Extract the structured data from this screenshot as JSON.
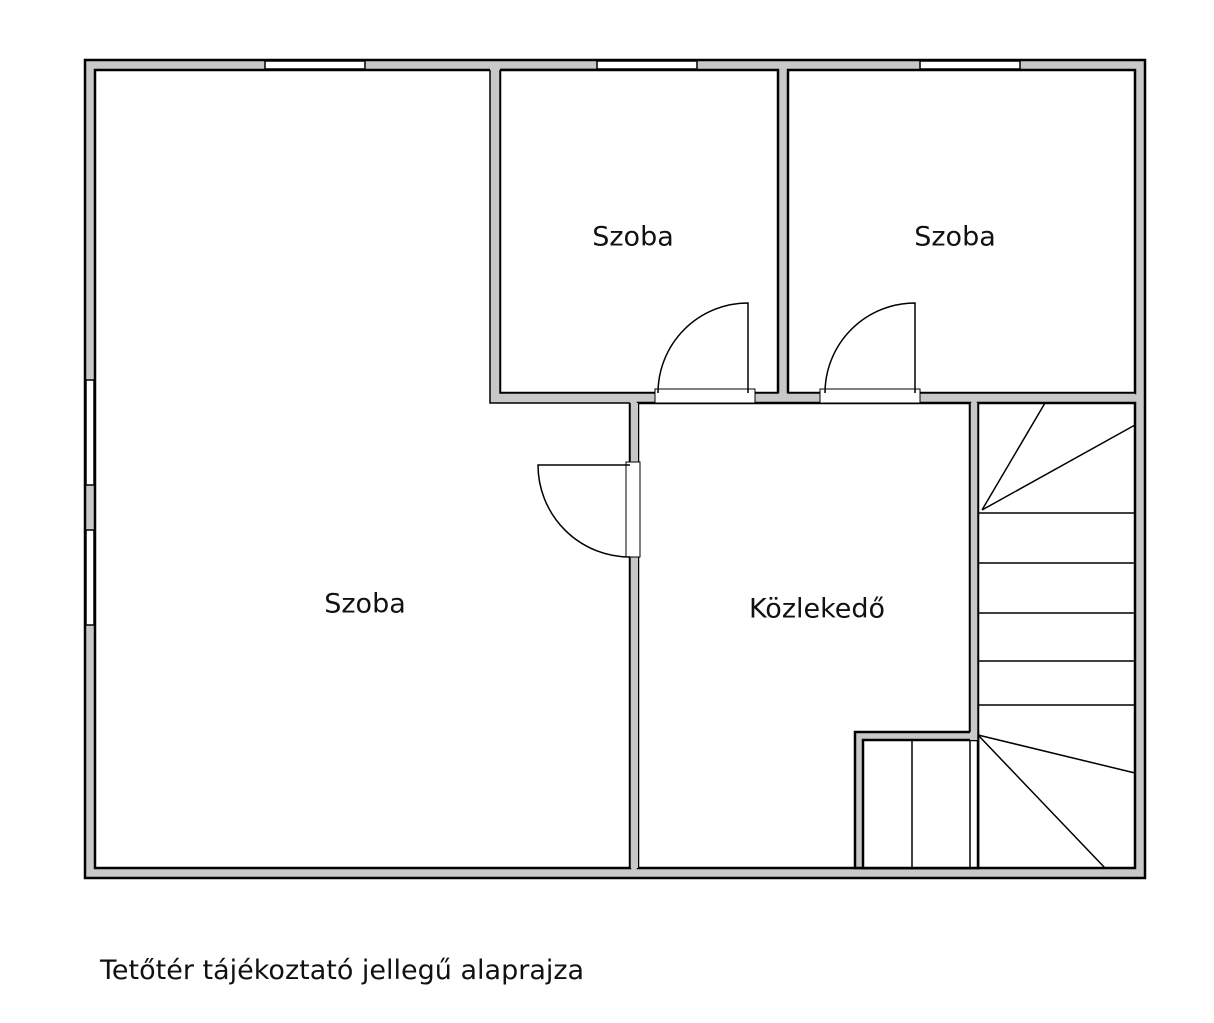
{
  "rooms": [
    {
      "label": "Szoba"
    },
    {
      "label": "Szoba"
    },
    {
      "label": "Szoba"
    },
    {
      "label": "Közlekedő"
    }
  ],
  "caption": "Tetőtér tájékoztató jellegű alaprajza",
  "colors": {
    "wall_fill": "#c8c8c8",
    "line": "#000000"
  }
}
